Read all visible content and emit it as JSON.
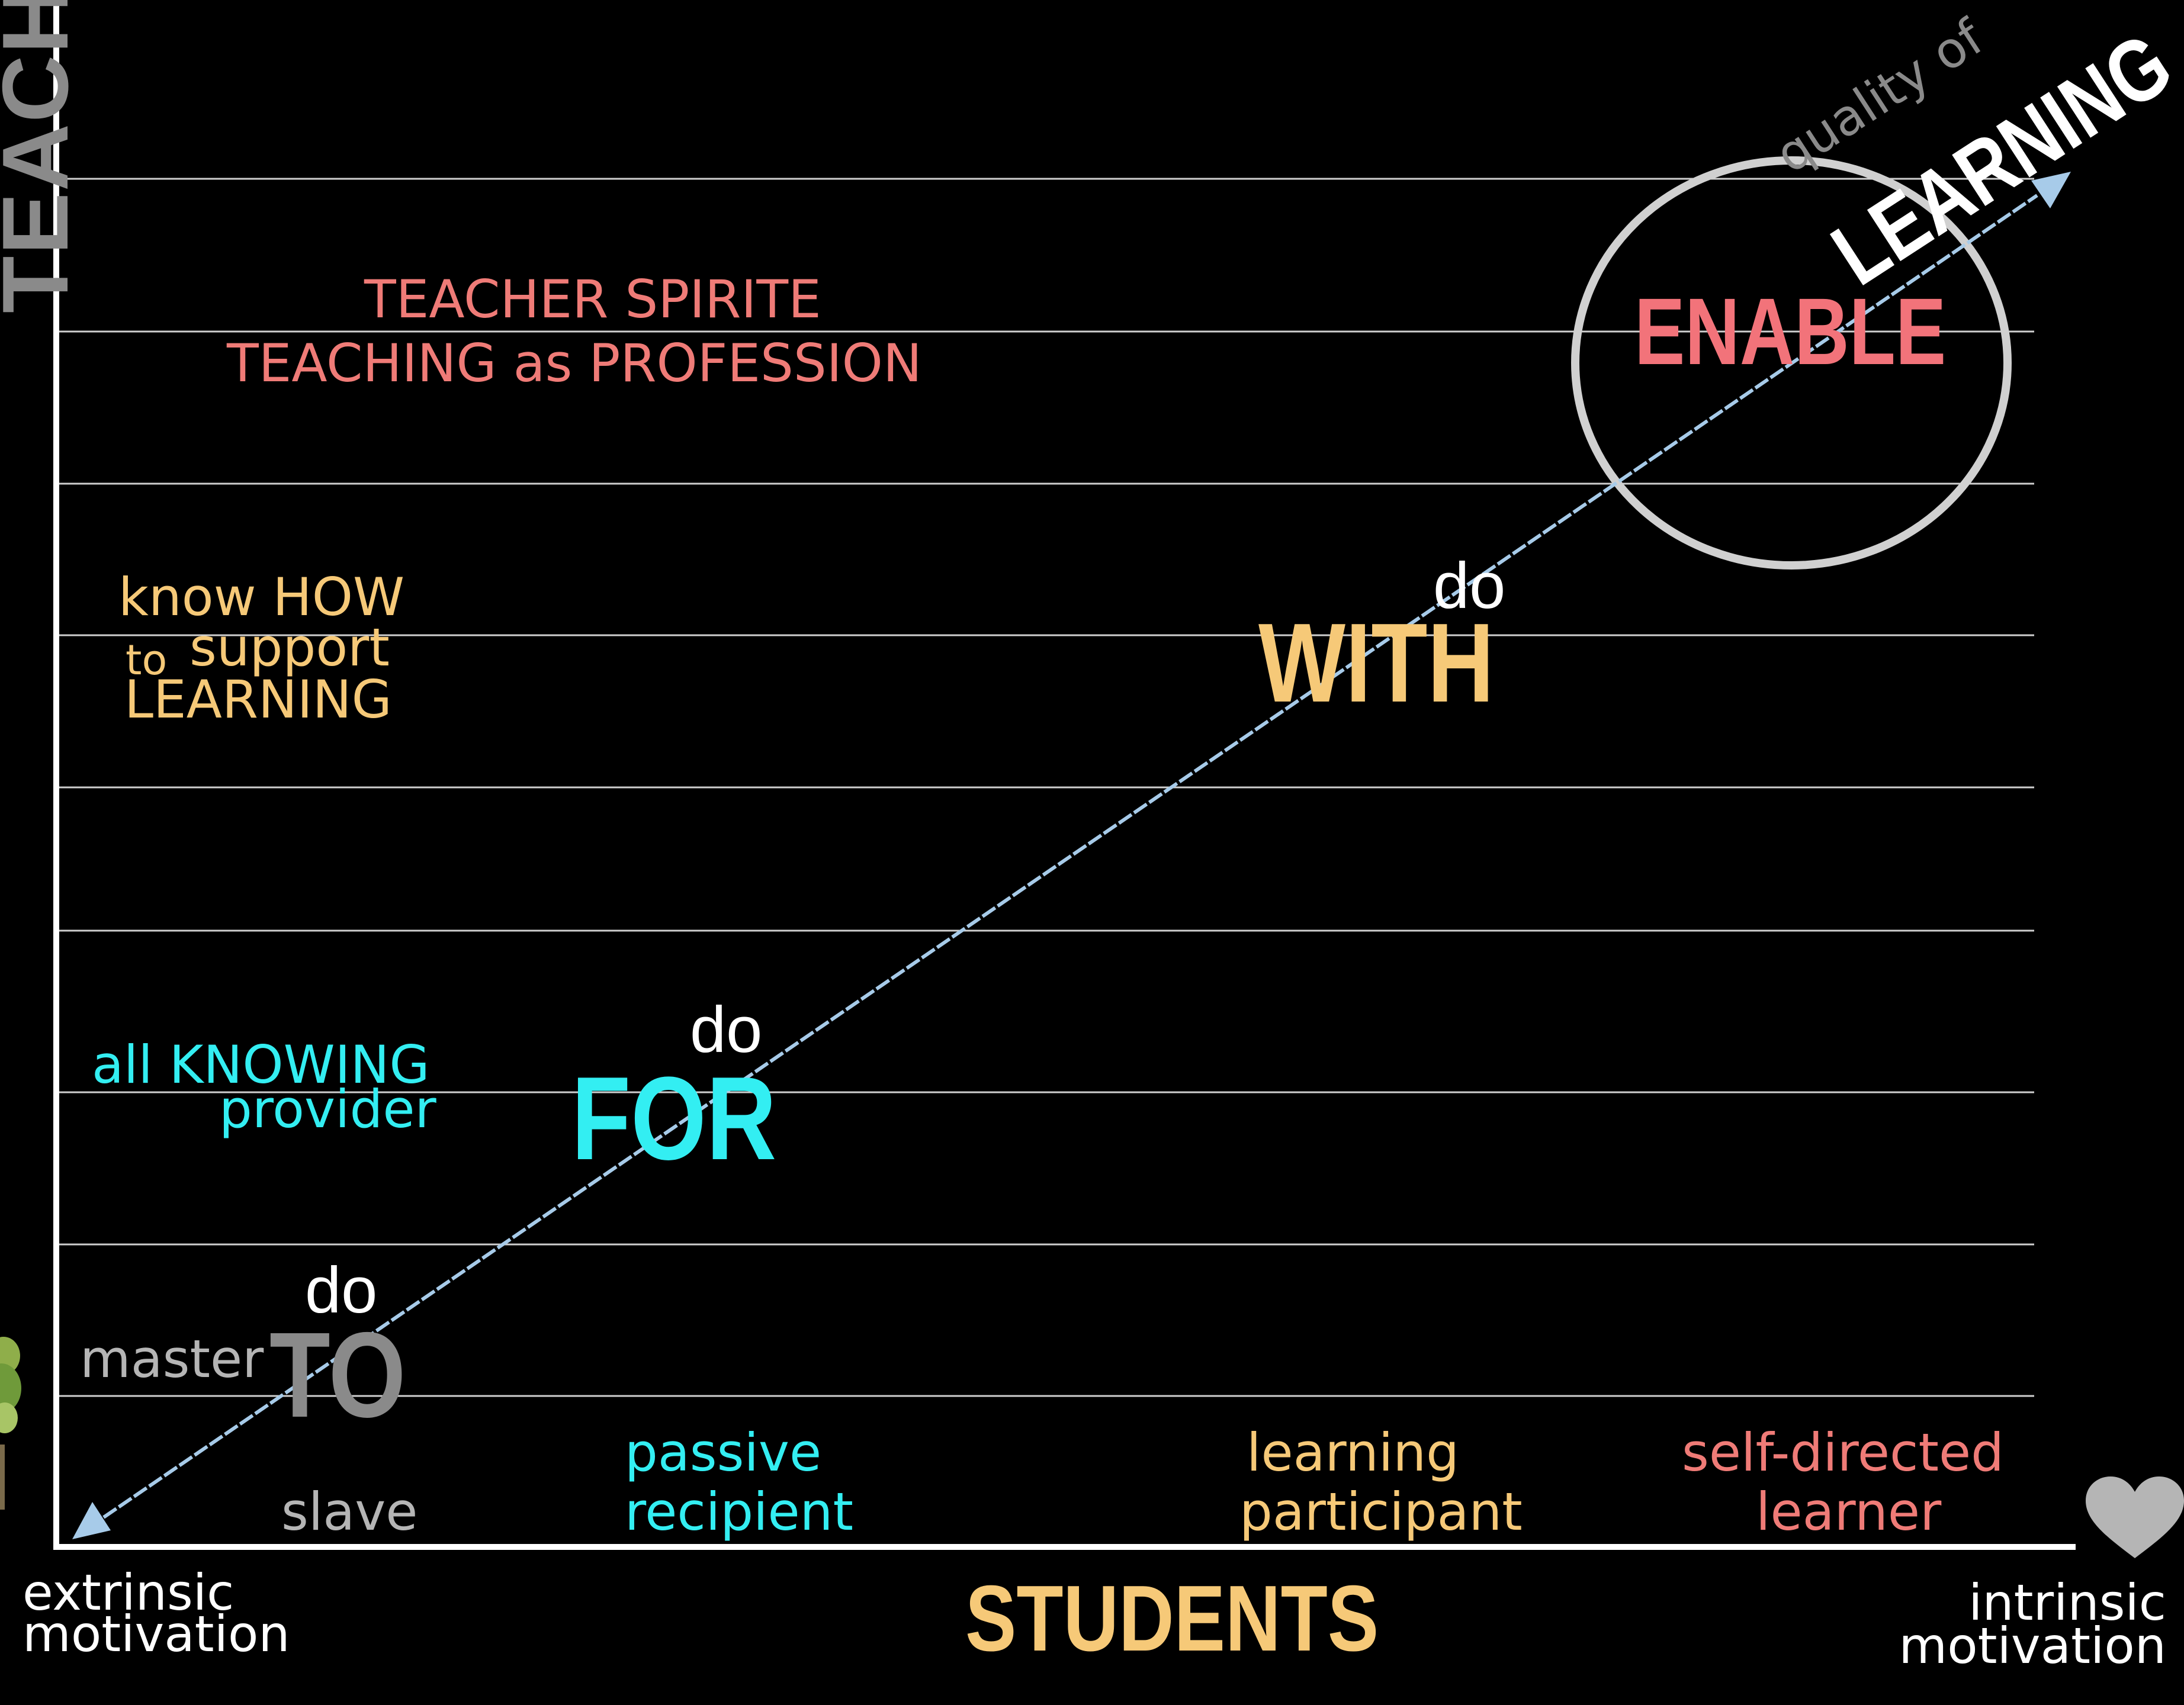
{
  "colors": {
    "background": "#000000",
    "axis": "#ffffff",
    "gridline": "#cfcfcf",
    "arrow": "#a7cbe9",
    "salmon": "#ef7b77",
    "enable_red": "#f2737a",
    "gold": "#f6c978",
    "cyan": "#33eef2",
    "gray": "#8a8a8a",
    "light_gray": "#b5b5b5",
    "circle": "#d0d0d0"
  },
  "axes": {
    "y_title": "TEACHER",
    "x_title": "STUDENTS",
    "x_left_label": [
      "extrinsic",
      "motivation"
    ],
    "x_right_label": [
      "intrinsic",
      "motivation"
    ],
    "right_icon": "heart-icon",
    "left_icon": "tree-icon"
  },
  "arrow": {
    "label_small": "quality of",
    "label_big": "LEARNING"
  },
  "levels": {
    "to": {
      "do": "do",
      "word": "TO",
      "teacher": "master",
      "student": "slave"
    },
    "for": {
      "do": "do",
      "word": "FOR",
      "teacher": [
        "all KNOWING",
        "provider"
      ],
      "student": [
        "passive",
        "recipient"
      ]
    },
    "with": {
      "do": "do",
      "word": "WITH",
      "teacher": [
        "know HOW",
        "to",
        "support",
        "LEARNING"
      ],
      "student": [
        "learning",
        "participant"
      ]
    },
    "enable": {
      "word": "ENABLE",
      "teacher": [
        "TEACHER SPIRITE",
        "TEACHING as PROFESSION"
      ],
      "student": [
        "self-directed",
        "learner"
      ]
    }
  }
}
